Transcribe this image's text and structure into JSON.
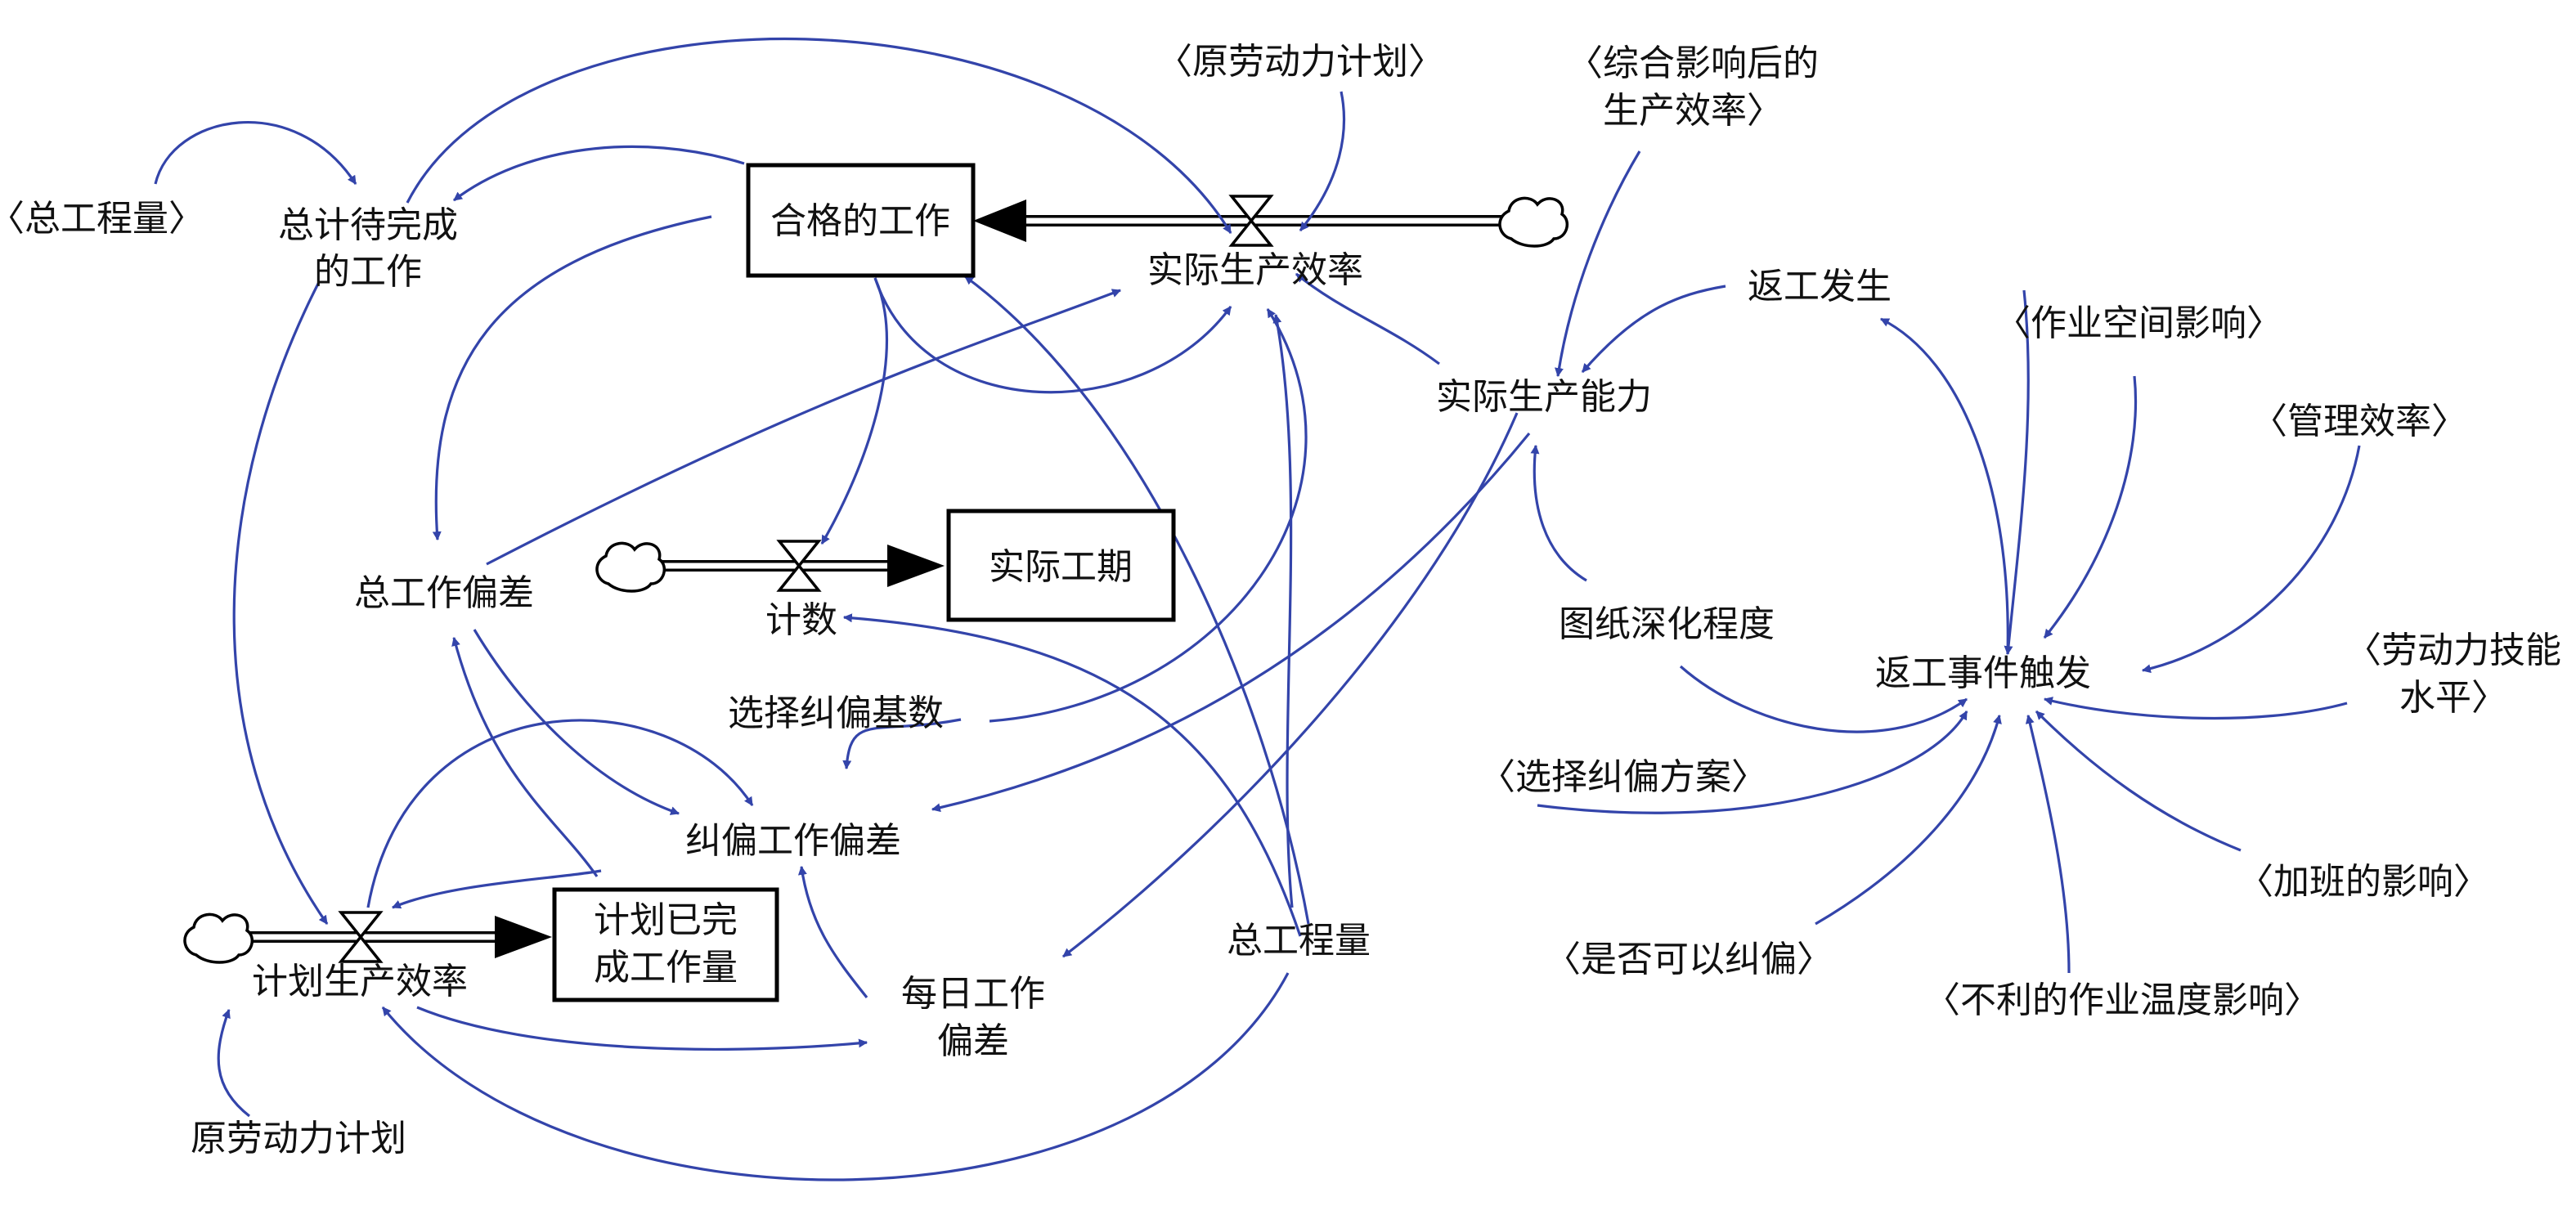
{
  "colors": {
    "link": "#3344aa",
    "stock_border": "#000000",
    "text": "#111111"
  },
  "stocks": {
    "qualified_work": "合格的工作",
    "actual_duration": "实际工期",
    "planned_completed_l1": "计划已完",
    "planned_completed_l2": "成工作量"
  },
  "flows": {
    "actual_productivity": "实际生产效率",
    "count": "计数",
    "planned_productivity": "计划生产效率"
  },
  "variables": {
    "remaining_work_l1": "总计待完成",
    "remaining_work_l2": "的工作",
    "total_work_deviation": "总工作偏差",
    "select_correction_base": "选择纠偏基数",
    "corrected_work_deviation": "纠偏工作偏差",
    "daily_work_deviation_l1": "每日工作",
    "daily_work_deviation_l2": "偏差",
    "total_quantity": "总工程量",
    "original_labor_plan": "原劳动力计划",
    "actual_capacity": "实际生产能力",
    "rework_occurs": "返工发生",
    "drawing_depth": "图纸深化程度",
    "rework_trigger": "返工事件触发"
  },
  "shadow_variables": {
    "total_quantity": "〈总工程量〉",
    "original_labor_plan": "〈原劳动力计划〉",
    "combined_productivity_l1": "〈综合影响后的",
    "combined_productivity_l2": "生产效率〉",
    "workspace_effect": "〈作业空间影响〉",
    "management_efficiency": "〈管理效率〉",
    "labor_skill_l1": "〈劳动力技能",
    "labor_skill_l2": "水平〉",
    "select_correction_plan": "〈选择纠偏方案〉",
    "overtime_effect": "〈加班的影响〉",
    "can_correct": "〈是否可以纠偏〉",
    "temperature_effect": "〈不利的作业温度影响〉"
  }
}
